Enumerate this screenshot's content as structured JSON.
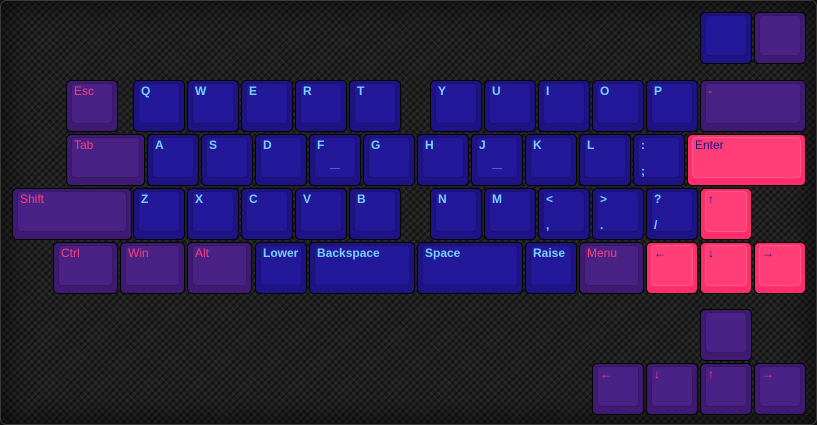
{
  "keyboard": {
    "colors": {
      "blue_key": "#1e1385",
      "purple_key": "#3e1a73",
      "pink_key": "#ff2d6c",
      "blue_legend": "#74d4ff",
      "purple_legend": "#ff3f7a",
      "pink_legend": "#1e1385"
    },
    "keys": [
      {
        "name": "key-extra-1",
        "label": "",
        "style": "blue"
      },
      {
        "name": "key-extra-2",
        "label": "",
        "style": "purple"
      },
      {
        "name": "key-esc",
        "label": "Esc",
        "style": "purple"
      },
      {
        "name": "key-q",
        "label": "Q",
        "style": "blue"
      },
      {
        "name": "key-w",
        "label": "W",
        "style": "blue"
      },
      {
        "name": "key-e",
        "label": "E",
        "style": "blue"
      },
      {
        "name": "key-r",
        "label": "R",
        "style": "blue"
      },
      {
        "name": "key-t",
        "label": "T",
        "style": "blue"
      },
      {
        "name": "key-y",
        "label": "Y",
        "style": "blue"
      },
      {
        "name": "key-u",
        "label": "U",
        "style": "blue"
      },
      {
        "name": "key-i",
        "label": "I",
        "style": "blue"
      },
      {
        "name": "key-o",
        "label": "O",
        "style": "blue"
      },
      {
        "name": "key-p",
        "label": "P",
        "style": "blue"
      },
      {
        "name": "key-minus",
        "label": "-",
        "style": "purple"
      },
      {
        "name": "key-tab",
        "label": "Tab",
        "style": "purple"
      },
      {
        "name": "key-a",
        "label": "A",
        "style": "blue"
      },
      {
        "name": "key-s",
        "label": "S",
        "style": "blue"
      },
      {
        "name": "key-d",
        "label": "D",
        "style": "blue"
      },
      {
        "name": "key-f",
        "label": "F",
        "style": "blue",
        "bump": true
      },
      {
        "name": "key-g",
        "label": "G",
        "style": "blue"
      },
      {
        "name": "key-h",
        "label": "H",
        "style": "blue"
      },
      {
        "name": "key-j",
        "label": "J",
        "style": "blue",
        "bump": true
      },
      {
        "name": "key-k",
        "label": "K",
        "style": "blue"
      },
      {
        "name": "key-l",
        "label": "L",
        "style": "blue"
      },
      {
        "name": "key-semicolon",
        "label": ":",
        "label2": ";",
        "style": "blue"
      },
      {
        "name": "key-enter",
        "label": "Enter",
        "style": "pink"
      },
      {
        "name": "key-shift",
        "label": "Shift",
        "style": "purple"
      },
      {
        "name": "key-z",
        "label": "Z",
        "style": "blue"
      },
      {
        "name": "key-x",
        "label": "X",
        "style": "blue"
      },
      {
        "name": "key-c",
        "label": "C",
        "style": "blue"
      },
      {
        "name": "key-v",
        "label": "V",
        "style": "blue"
      },
      {
        "name": "key-b",
        "label": "B",
        "style": "blue"
      },
      {
        "name": "key-n",
        "label": "N",
        "style": "blue"
      },
      {
        "name": "key-m",
        "label": "M",
        "style": "blue"
      },
      {
        "name": "key-comma",
        "label": "<",
        "label2": ",",
        "style": "blue"
      },
      {
        "name": "key-period",
        "label": ">",
        "label2": ".",
        "style": "blue"
      },
      {
        "name": "key-slash",
        "label": "?",
        "label2": "/",
        "style": "blue"
      },
      {
        "name": "key-arrow-up",
        "label": "↑",
        "style": "pink"
      },
      {
        "name": "key-ctrl",
        "label": "Ctrl",
        "style": "purple"
      },
      {
        "name": "key-win",
        "label": "Win",
        "style": "purple"
      },
      {
        "name": "key-alt",
        "label": "Alt",
        "style": "purple"
      },
      {
        "name": "key-lower",
        "label": "Lower",
        "style": "blue"
      },
      {
        "name": "key-backspace",
        "label": "Backspace",
        "style": "blue"
      },
      {
        "name": "key-space",
        "label": "Space",
        "style": "blue"
      },
      {
        "name": "key-raise",
        "label": "Raise",
        "style": "blue"
      },
      {
        "name": "key-menu",
        "label": "Menu",
        "style": "purple"
      },
      {
        "name": "key-arrow-left",
        "label": "←",
        "style": "pink"
      },
      {
        "name": "key-arrow-down",
        "label": "↓",
        "style": "pink"
      },
      {
        "name": "key-arrow-right",
        "label": "→",
        "style": "pink"
      },
      {
        "name": "key-cluster-top",
        "label": "",
        "style": "purple"
      },
      {
        "name": "key-cluster-left",
        "label": "←",
        "style": "purple"
      },
      {
        "name": "key-cluster-down",
        "label": "↓",
        "style": "purple"
      },
      {
        "name": "key-cluster-up",
        "label": "↑",
        "style": "purple"
      },
      {
        "name": "key-cluster-right",
        "label": "→",
        "style": "purple"
      }
    ]
  }
}
